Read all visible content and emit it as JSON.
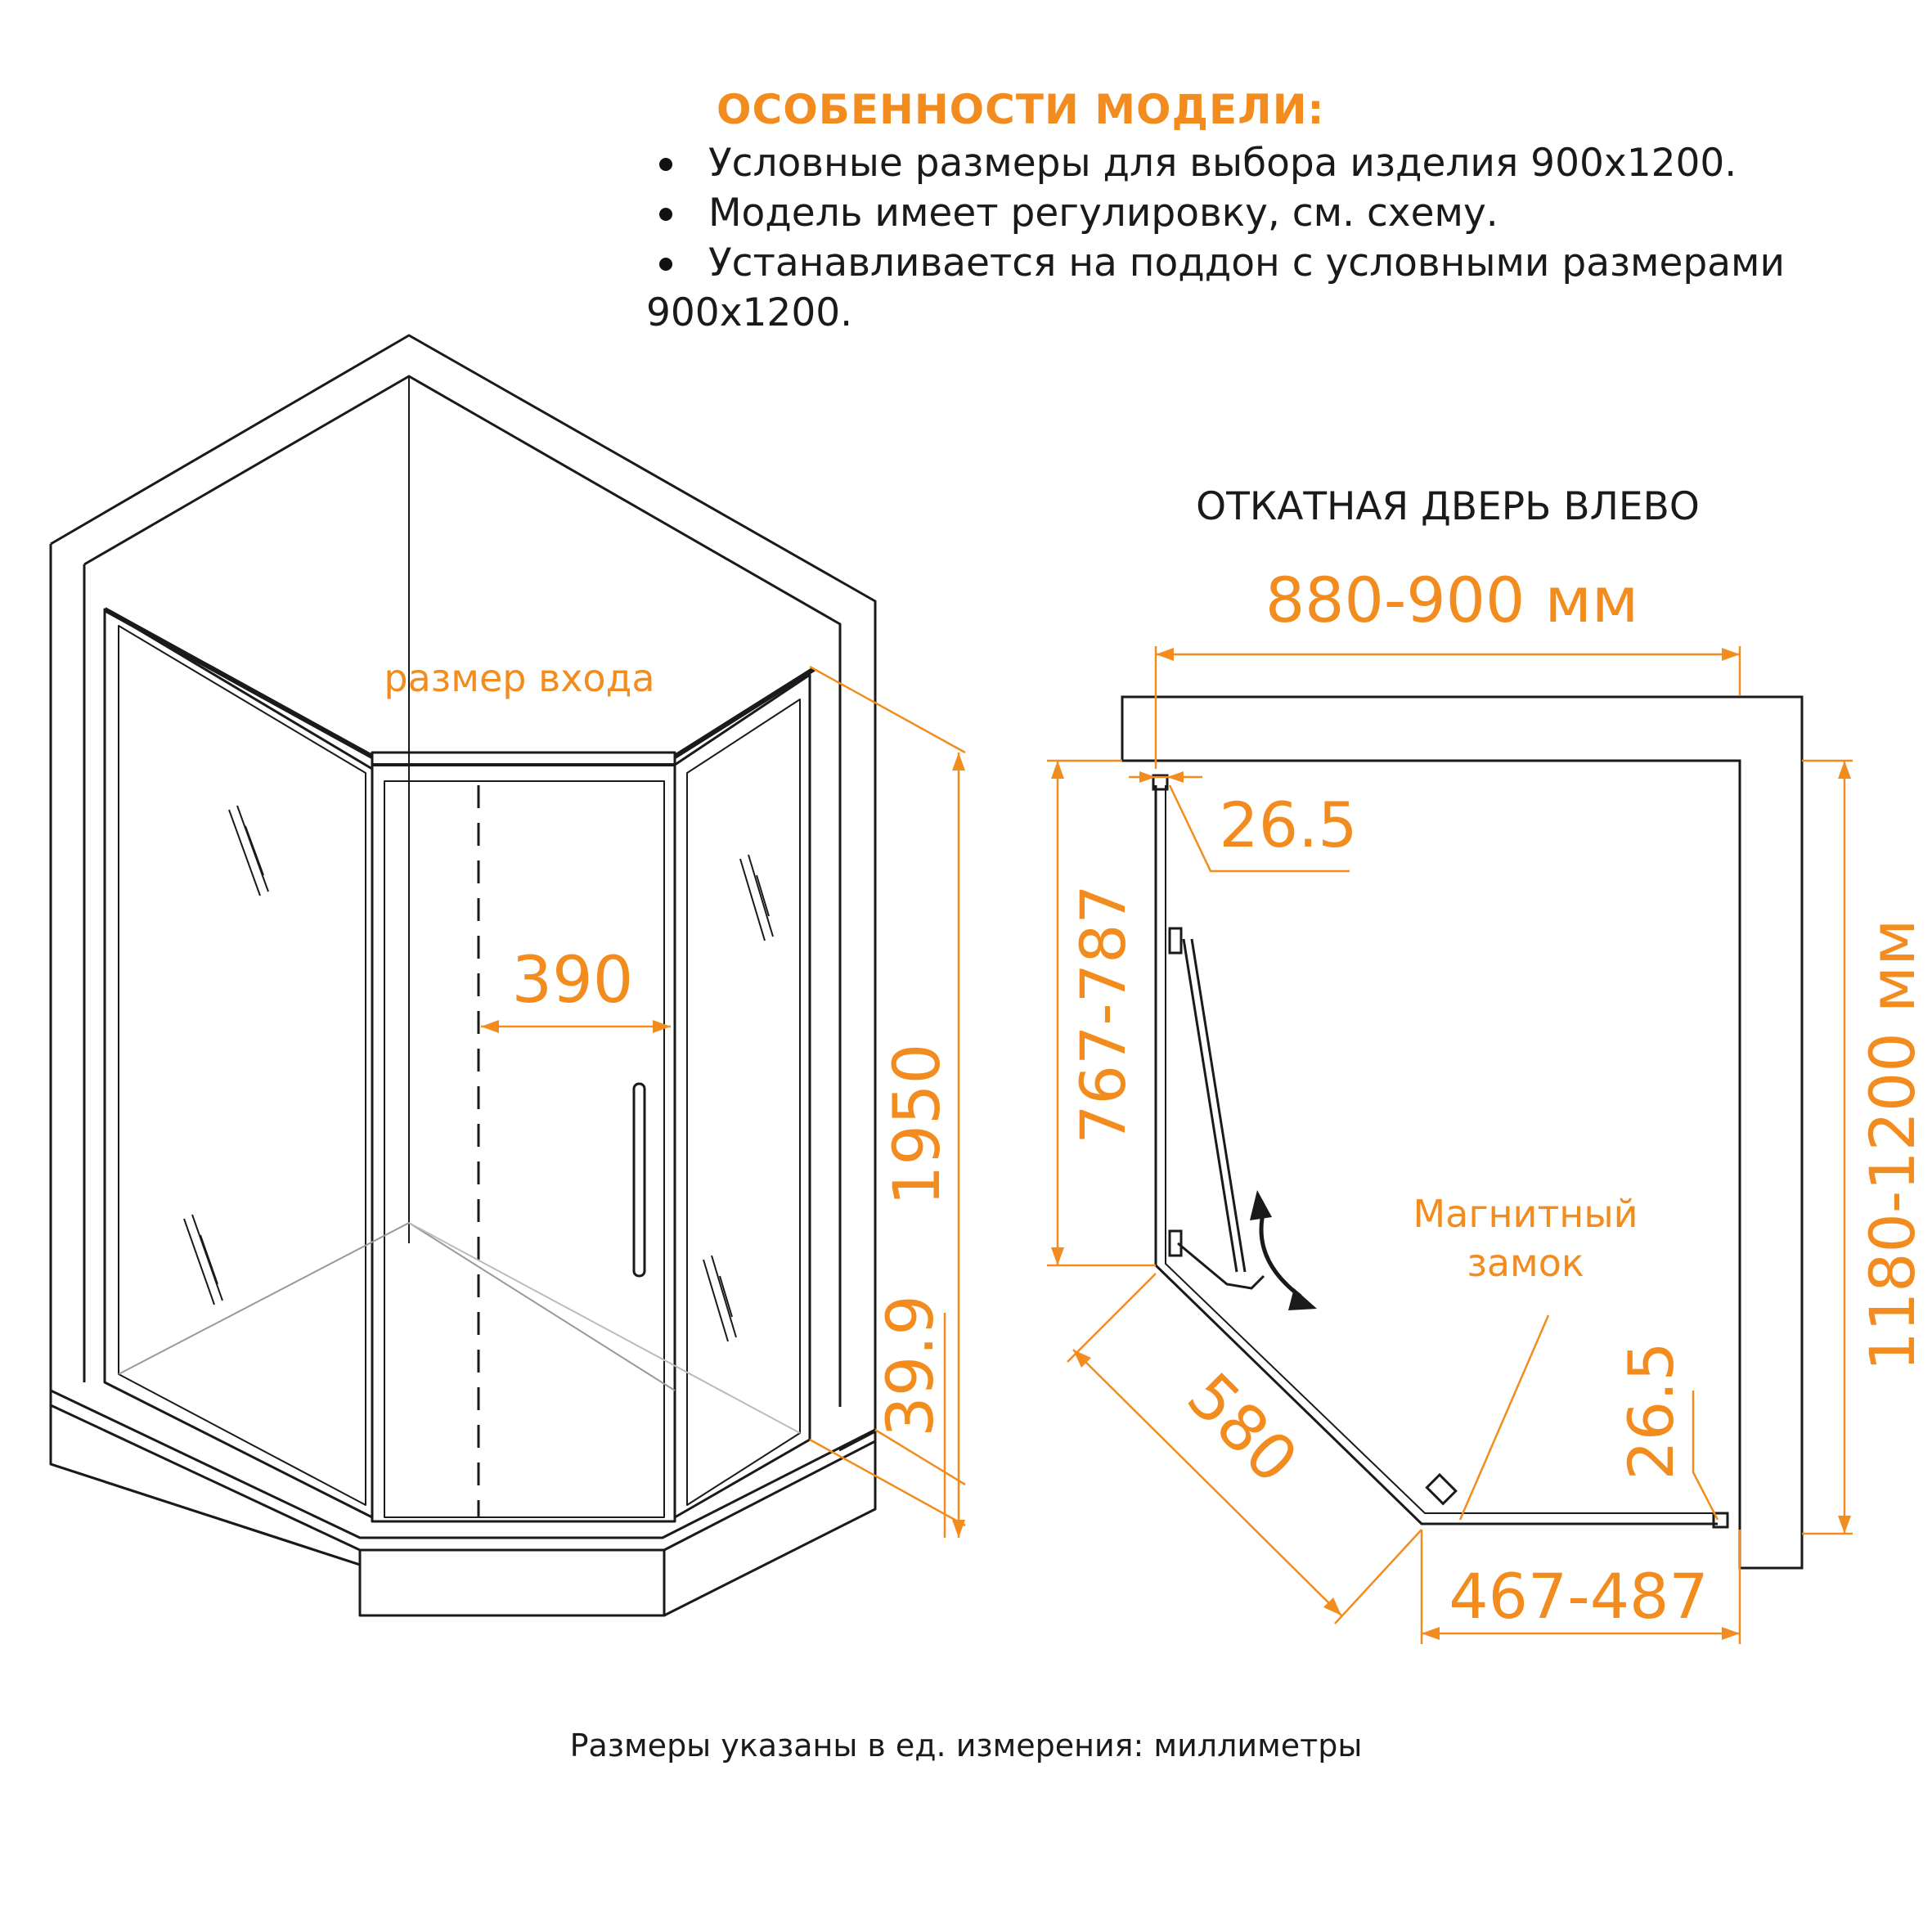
{
  "features": {
    "title": "ОСОБЕННОСТИ МОДЕЛИ:",
    "items": [
      "Условные размеры для выбора изделия 900x1200.",
      "Модель имеет регулировку, см. схему.",
      "Устанавливается на поддон с условными размерами 900x1200."
    ]
  },
  "perspective": {
    "entry_label": "размер входа",
    "entry_width": "390",
    "height": "1950",
    "tray_height": "39.9"
  },
  "plan": {
    "title": "ОТКАТНАЯ ДВЕРЬ ВЛЕВО",
    "top_width": "880-900 мм",
    "left_depth": "767-787",
    "right_depth": "1180-1200 мм",
    "profile_top": "26.5",
    "profile_right": "26.5",
    "diagonal": "580",
    "bottom_width": "467-487",
    "lock_label_1": "Магнитный",
    "lock_label_2": "замок"
  },
  "footnote": "Размеры указаны в ед. измерения: миллиметры",
  "colors": {
    "accent": "#f28c1e",
    "line": "#1a1a1a"
  }
}
